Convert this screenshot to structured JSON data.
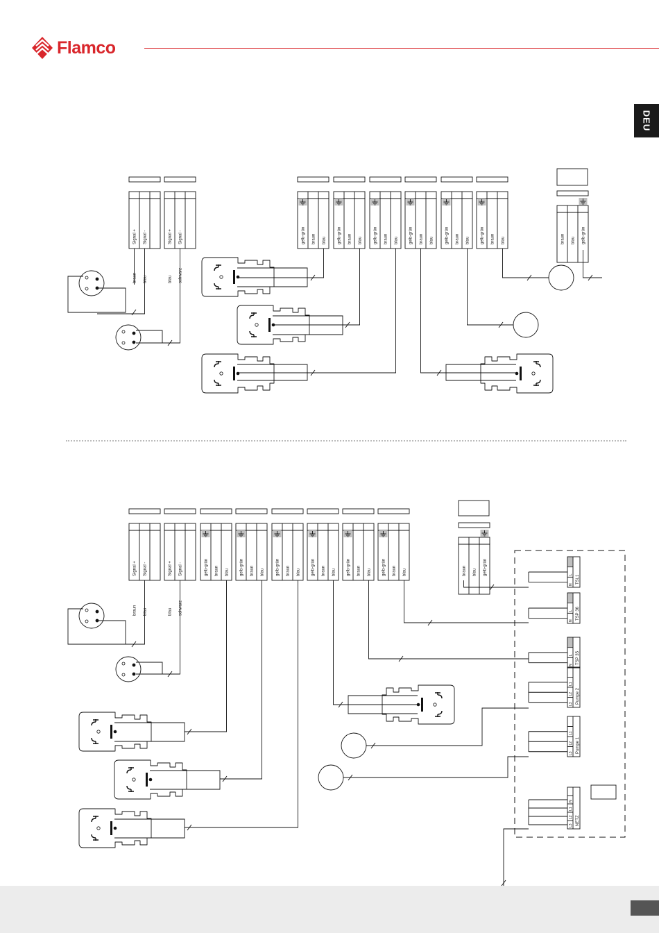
{
  "header": {
    "brand": "Flamco",
    "language_tab": "DEU",
    "accent_color": "#d9262b"
  },
  "top_diagram": {
    "sensor_terminals": [
      {
        "labels": [
          "Signal +",
          "Signal -"
        ],
        "wires": [
          "braun",
          "blau"
        ]
      },
      {
        "labels": [
          "Signal +",
          "Signal -"
        ],
        "wires": [
          "blau",
          "schwarz"
        ]
      }
    ],
    "valve_terminals": [
      {
        "labels": [
          "gelb-grün",
          "braun",
          "blau"
        ]
      },
      {
        "labels": [
          "gelb-grün",
          "braun",
          "blau"
        ]
      },
      {
        "labels": [
          "gelb-grün",
          "braun",
          "blau"
        ]
      },
      {
        "labels": [
          "gelb-grün",
          "braun",
          "blau"
        ]
      },
      {
        "labels": [
          "gelb-grün",
          "braun",
          "blau"
        ]
      },
      {
        "labels": [
          "gelb-grün",
          "braun",
          "blau"
        ]
      }
    ],
    "mains_terminal": {
      "labels": [
        "braun",
        "blau",
        "gelb-grün"
      ]
    }
  },
  "bottom_diagram": {
    "sensor_terminals": [
      {
        "labels": [
          "Signal +",
          "Signal -"
        ],
        "wires": [
          "braun",
          "blau"
        ]
      },
      {
        "labels": [
          "Signal +",
          "Signal -"
        ],
        "wires": [
          "blau",
          "schwarz"
        ]
      }
    ],
    "valve_terminals": [
      {
        "labels": [
          "gelb-grün",
          "braun",
          "blau"
        ]
      },
      {
        "labels": [
          "gelb-grün",
          "braun",
          "blau"
        ]
      },
      {
        "labels": [
          "gelb-grün",
          "braun",
          "blau"
        ]
      },
      {
        "labels": [
          "gelb-grün",
          "braun",
          "blau"
        ]
      },
      {
        "labels": [
          "gelb-grün",
          "braun",
          "blau"
        ]
      },
      {
        "labels": [
          "gelb-grün",
          "braun",
          "blau"
        ]
      }
    ],
    "mains_terminal": {
      "labels": [
        "braun",
        "blau",
        "gelb-grün"
      ]
    },
    "control_box": [
      {
        "name": "TSL1",
        "pins": [
          "L",
          "N"
        ]
      },
      {
        "name": "TSP 36",
        "pins": [
          "L",
          "N"
        ]
      },
      {
        "name": "TSP 35",
        "pins": [
          "L",
          "N"
        ]
      },
      {
        "name": "Pumpe 2",
        "pins": [
          "L1",
          "L2",
          "L3"
        ]
      },
      {
        "name": "Pumpe 1",
        "pins": [
          "L1",
          "L2",
          "L3"
        ]
      },
      {
        "name": "NETZ",
        "pins": [
          "N",
          "L1",
          "L2",
          "L3"
        ]
      }
    ]
  }
}
